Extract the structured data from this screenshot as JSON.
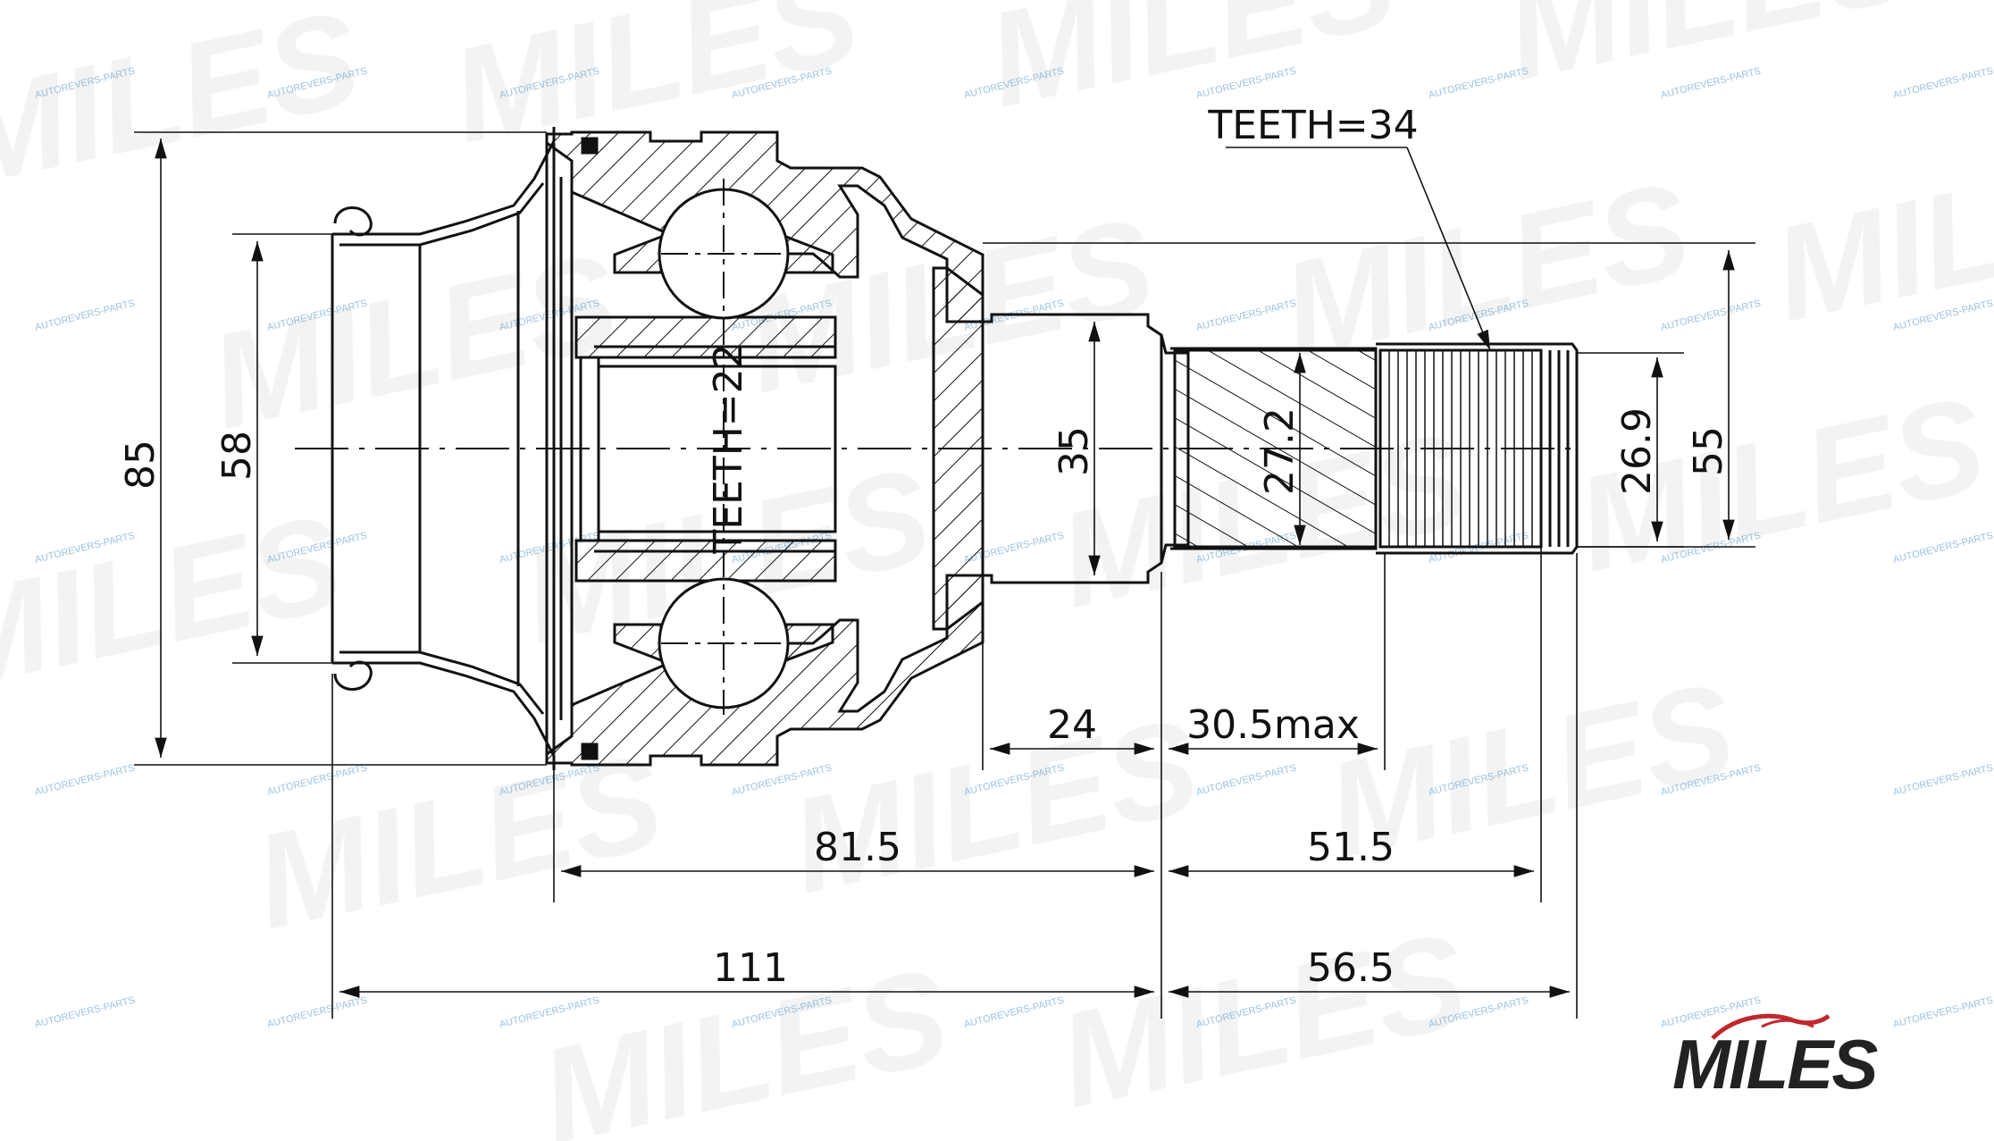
{
  "drawing": {
    "teeth_outer": "TEETH=34",
    "teeth_inner": "TEETH=22",
    "dimensions": {
      "d85": "85",
      "d58": "58",
      "d35": "35",
      "d27_2": "27.2",
      "d26_9": "26.9",
      "d55": "55",
      "d24": "24",
      "d30_5": "30.5max",
      "d81_5": "81.5",
      "d51_5": "51.5",
      "d111": "111",
      "d56_5": "56.5"
    }
  },
  "watermark": {
    "big": "MILES",
    "small": "AUTOREVERS-PARTS"
  },
  "logo": {
    "text": "MILES"
  },
  "colors": {
    "line": "#111111",
    "logo_swoosh": "#c0272d",
    "watermark_small": "#4a90c8"
  }
}
